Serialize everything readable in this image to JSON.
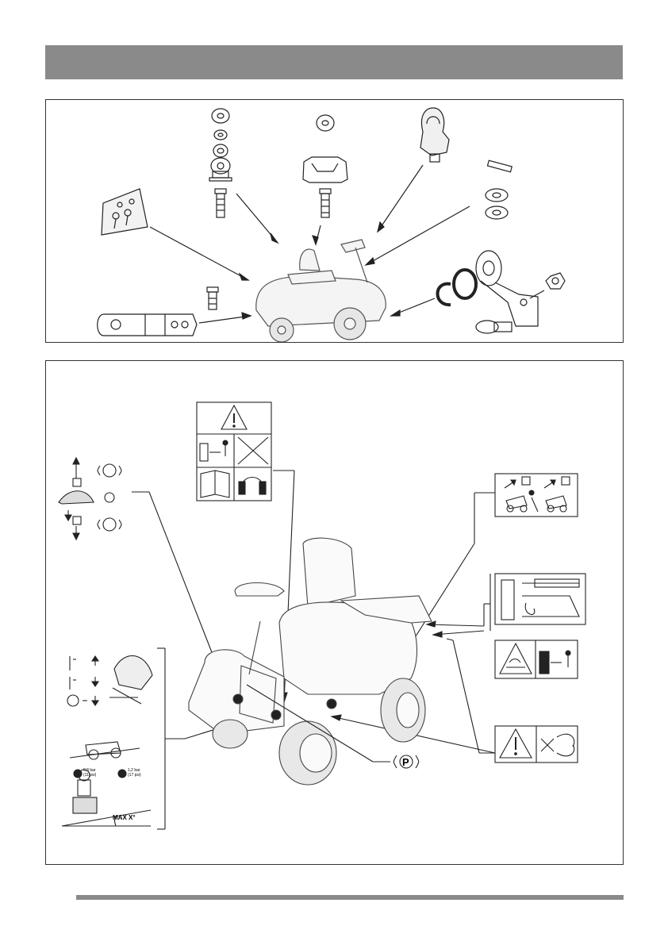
{
  "header": {
    "title": ""
  },
  "decals": {
    "parking_brake_label": "P",
    "slope_label": "MAX X°",
    "pressure_rear_bar": "0,8 bar",
    "pressure_rear_psi": "(11 psi)",
    "pressure_front_bar": "1,2 bar",
    "pressure_front_psi": "(17 psi)"
  },
  "icons": [
    "washer-icon",
    "spring-washer-icon",
    "spacer-icon",
    "screw-icon",
    "seat-bracket-icon",
    "ignition-key-icon",
    "pin-icon",
    "circlip-icon",
    "lever-icon",
    "nut-icon",
    "warning-triangle-icon",
    "ear-protection-icon",
    "manual-icon",
    "hot-surface-icon",
    "rotating-blade-icon"
  ],
  "colors": {
    "header_bar": "#8a8a8a",
    "line": "#222222"
  }
}
